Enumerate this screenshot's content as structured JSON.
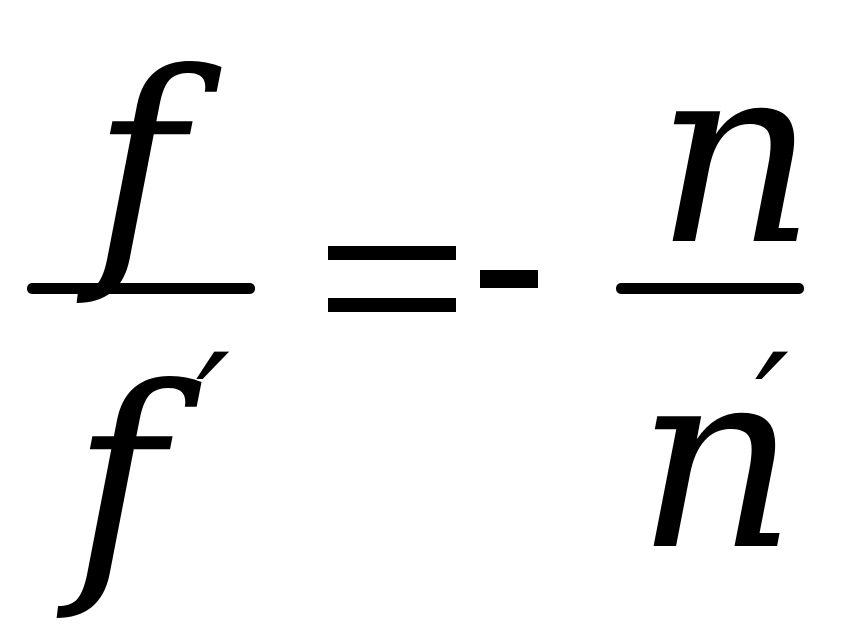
{
  "formula": {
    "left_fraction": {
      "numerator": "f",
      "denominator": "f",
      "denominator_prime": "′"
    },
    "equals": "=",
    "minus": "-",
    "right_fraction": {
      "numerator": "n",
      "denominator": "n",
      "denominator_prime": "′"
    }
  }
}
